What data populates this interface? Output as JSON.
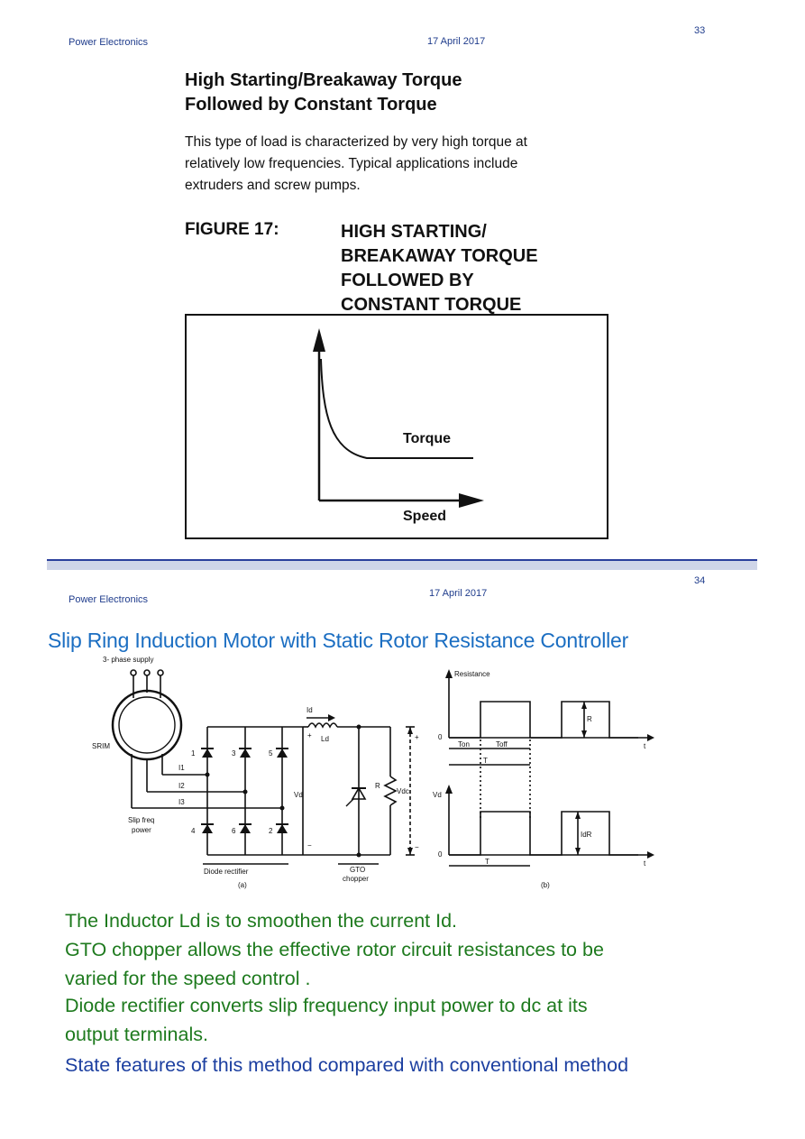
{
  "slide1": {
    "page_number": "33",
    "header_left": "Power Electronics",
    "header_date": "17 April 2017",
    "title_line1": "High Starting/Breakaway Torque",
    "title_line2": "Followed by Constant Torque",
    "body_line1": "This type of load is characterized by very high torque at",
    "body_line2": "relatively low frequencies. Typical applications include",
    "body_line3": "extruders and screw pumps.",
    "figure_label": "FIGURE 17:",
    "figure_caption": [
      "HIGH STARTING/",
      "BREAKAWAY TORQUE",
      "FOLLOWED BY",
      "CONSTANT TORQUE"
    ],
    "graph_curve_label": "Torque",
    "graph_axis_label": "Speed"
  },
  "slide2": {
    "page_number": "34",
    "header_left": "Power Electronics",
    "header_date": "17 April 2017",
    "title": "Slip Ring Induction Motor  with Static Rotor Resistance Controller",
    "circuit": {
      "supply_label": "3- phase supply",
      "motor_label": "SRIM",
      "slip_label_1": "Slip freq",
      "slip_label_2": "power",
      "diode_numbers": [
        "1",
        "3",
        "5",
        "4",
        "6",
        "2"
      ],
      "current_labels": [
        "I1",
        "I2",
        "I3"
      ],
      "id_label": "Id",
      "ld_label": "Ld",
      "vd_label": "Vd",
      "r_label": "R",
      "vdc_label": "Vdc",
      "plus": "+",
      "minus": "−",
      "rectifier_label": "Diode rectifier",
      "chopper_label_1": "GTO",
      "chopper_label_2": "chopper",
      "part_a": "(a)"
    },
    "waveform": {
      "resistance_label": "Resistance",
      "r_label": "R",
      "zero": "0",
      "t_label": "t",
      "ton_label": "Ton",
      "toff_label": "Toff",
      "T_label": "T",
      "vd_axis_label": "Vd",
      "idr_label": "IdR",
      "part_b": "(b)"
    },
    "para1": "The Inductor Ld is to smoothen the current Id.",
    "para2_line1": "GTO chopper allows the effective rotor circuit resistances to be",
    "para2_line2": "varied for the speed control .",
    "para3_line1": "Diode rectifier converts slip frequency input power to dc at its",
    "para3_line2": "output terminals.",
    "para4": "State features of this method compared with conventional method"
  },
  "colors": {
    "header_blue": "#1f3c8c",
    "title_blue": "#1b6ec2",
    "body_green": "#1e7a1e",
    "body_blue": "#1c3fa0",
    "divider_dark": "#2a3f9c",
    "divider_light": "#cfd5e8"
  }
}
